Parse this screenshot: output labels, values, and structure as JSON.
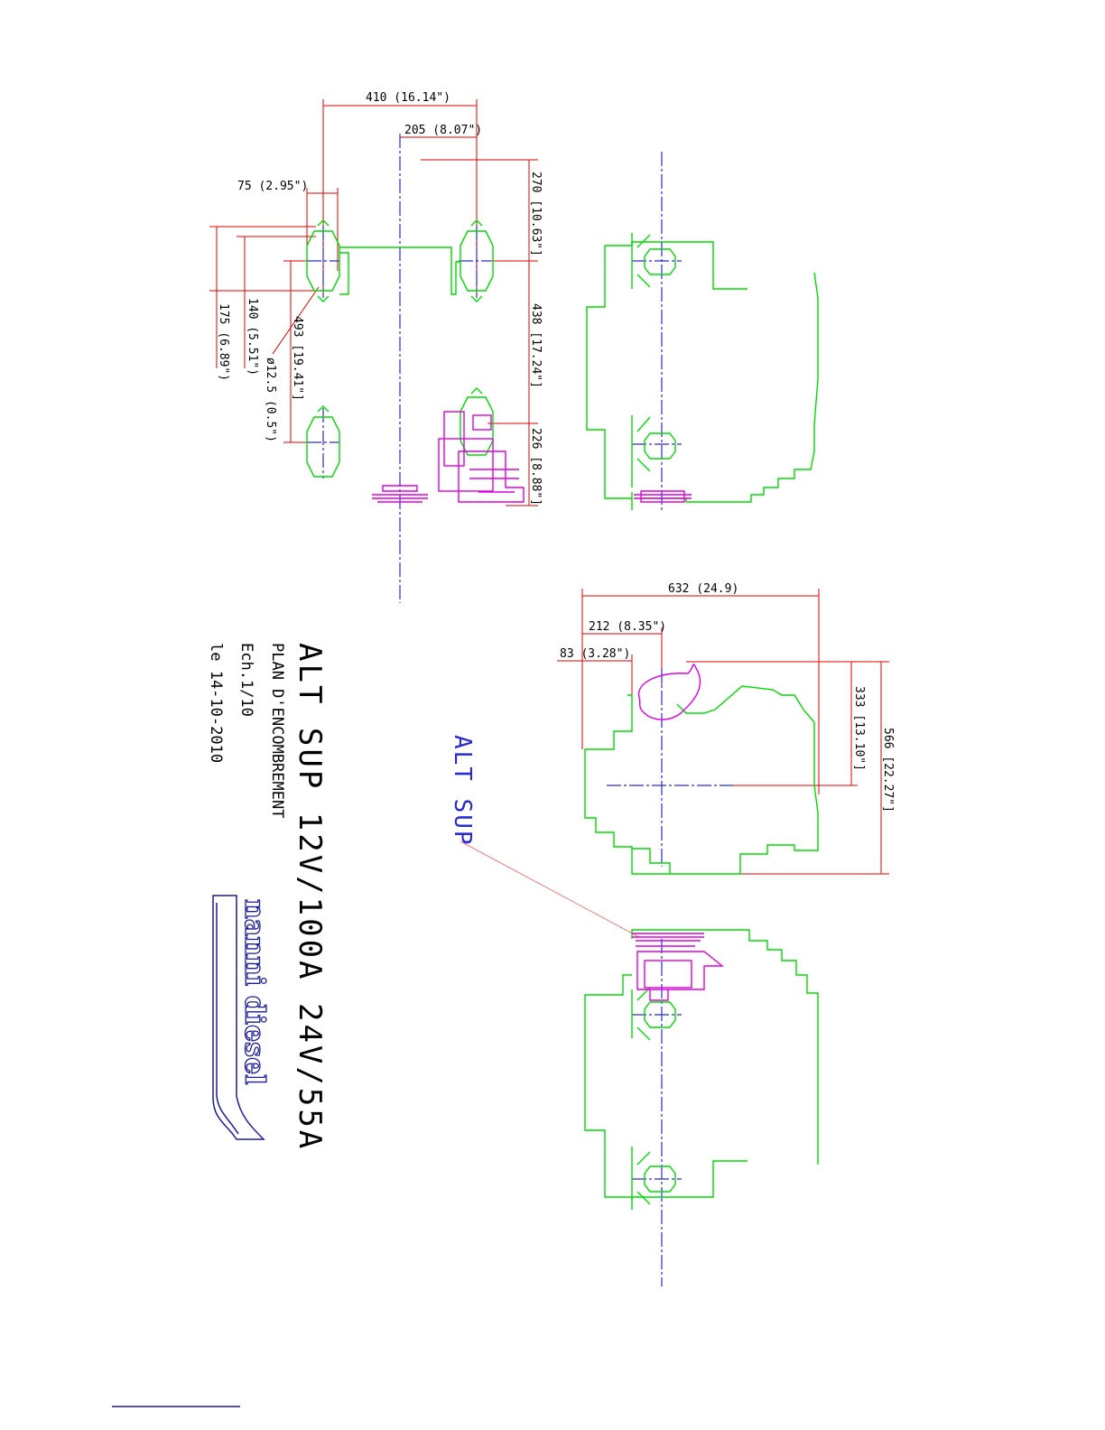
{
  "title_block": {
    "title": "ALT SUP 12V/100A 24V/55A",
    "subtitle": "PLAN D'ENCOMBREMENT",
    "scale": "Ech.1/10",
    "date": "le 14-10-2010"
  },
  "logo": {
    "text": "nanni diesel"
  },
  "callout": {
    "label": "ALT SUP"
  },
  "dimensions": {
    "d410": "410 (16.14\")",
    "d205": "205 (8.07\")",
    "d75": "75 (2.95\")",
    "d270": "270 [10.63\"]",
    "d438": "438 [17.24\"]",
    "d226": "226 [8.88\"]",
    "d140": "140 (5.51\")",
    "d175": "175 (6.89\")",
    "d493": "493 [19.41\"]",
    "d12_5": "ø12.5 (0.5\")",
    "d632": "632 (24.9)",
    "d212": "212 (8.35\")",
    "d83": "83 (3.28\")",
    "d333": "333 [13.10\"]",
    "d566": "566 [22.27\"]"
  },
  "colors": {
    "dimension": "#e00000",
    "outline": "#00dd00",
    "alternator": "#e000e0",
    "centerline": "#2a2ad0",
    "text": "#000000",
    "callout": "#2a2ad0"
  }
}
